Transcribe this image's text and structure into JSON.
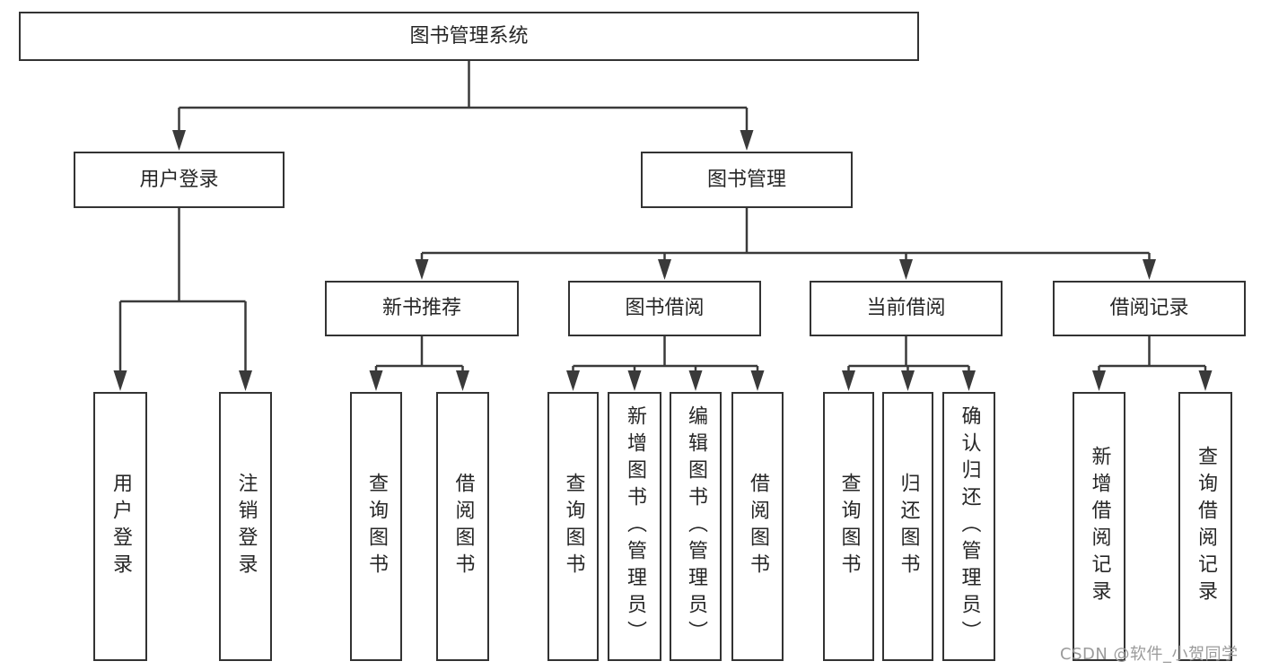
{
  "diagram_title": "图书管理系统",
  "watermark": "CSDN @软件_小贺同学",
  "colors": {
    "background": "#ffffff",
    "box_border": "#333333",
    "line": "#3a3a3a",
    "text": "#262626",
    "watermark": "#9b9b9b"
  },
  "nodes": [
    {
      "id": "root",
      "label": "图书管理系统",
      "orientation": "horizontal"
    },
    {
      "id": "user-login",
      "label": "用户登录",
      "orientation": "horizontal"
    },
    {
      "id": "book-management",
      "label": "图书管理",
      "orientation": "horizontal"
    },
    {
      "id": "new-book-recommend",
      "label": "新书推荐",
      "orientation": "horizontal"
    },
    {
      "id": "book-borrowing",
      "label": "图书借阅",
      "orientation": "horizontal"
    },
    {
      "id": "current-borrowing",
      "label": "当前借阅",
      "orientation": "horizontal"
    },
    {
      "id": "borrow-records",
      "label": "借阅记录",
      "orientation": "horizontal"
    },
    {
      "id": "leaf-user-login",
      "label": "用户登录",
      "orientation": "vertical"
    },
    {
      "id": "leaf-logout",
      "label": "注销登录",
      "orientation": "vertical"
    },
    {
      "id": "leaf-nbr-query-book",
      "label": "查询图书",
      "orientation": "vertical"
    },
    {
      "id": "leaf-nbr-borrow-book",
      "label": "借阅图书",
      "orientation": "vertical"
    },
    {
      "id": "leaf-bb-query-book",
      "label": "查询图书",
      "orientation": "vertical"
    },
    {
      "id": "leaf-bb-add-book",
      "label": "新增图书（管理员）",
      "orientation": "vertical"
    },
    {
      "id": "leaf-bb-edit-book",
      "label": "编辑图书（管理员）",
      "orientation": "vertical"
    },
    {
      "id": "leaf-bb-borrow-book",
      "label": "借阅图书",
      "orientation": "vertical"
    },
    {
      "id": "leaf-cb-query-book",
      "label": "查询图书",
      "orientation": "vertical"
    },
    {
      "id": "leaf-cb-return-book",
      "label": "归还图书",
      "orientation": "vertical"
    },
    {
      "id": "leaf-cb-confirm-return",
      "label": "确认归还（管理员）",
      "orientation": "vertical"
    },
    {
      "id": "leaf-br-add-record",
      "label": "新增借阅记录",
      "orientation": "vertical"
    },
    {
      "id": "leaf-br-query-record",
      "label": "查询借阅记录",
      "orientation": "vertical"
    }
  ],
  "edges": [
    {
      "from": "root",
      "to": [
        "user-login",
        "book-management"
      ]
    },
    {
      "from": "user-login",
      "to": [
        "leaf-user-login",
        "leaf-logout"
      ]
    },
    {
      "from": "book-management",
      "to": [
        "new-book-recommend",
        "book-borrowing",
        "current-borrowing",
        "borrow-records"
      ]
    },
    {
      "from": "new-book-recommend",
      "to": [
        "leaf-nbr-query-book",
        "leaf-nbr-borrow-book"
      ]
    },
    {
      "from": "book-borrowing",
      "to": [
        "leaf-bb-query-book",
        "leaf-bb-add-book",
        "leaf-bb-edit-book",
        "leaf-bb-borrow-book"
      ]
    },
    {
      "from": "current-borrowing",
      "to": [
        "leaf-cb-query-book",
        "leaf-cb-return-book",
        "leaf-cb-confirm-return"
      ]
    },
    {
      "from": "borrow-records",
      "to": [
        "leaf-br-add-record",
        "leaf-br-query-record"
      ]
    }
  ]
}
